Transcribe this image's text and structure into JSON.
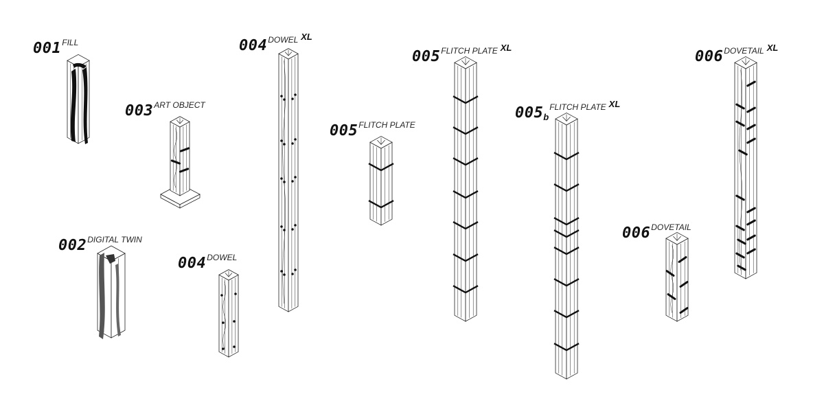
{
  "labels": {
    "l001": {
      "number": "001",
      "name": "FILL"
    },
    "l002": {
      "number": "002",
      "name": "DIGITAL TWIN"
    },
    "l003": {
      "number": "003",
      "name": "ART OBJECT"
    },
    "l004": {
      "number": "004",
      "name": "DOWEL"
    },
    "l004xl": {
      "number": "004",
      "name": "DOWEL",
      "suffix": "XL"
    },
    "l005": {
      "number": "005",
      "name": "FLITCH PLATE"
    },
    "l005xl": {
      "number": "005",
      "name": "FLITCH PLATE",
      "suffix": "XL"
    },
    "l005b": {
      "number": "005",
      "subscript": "b",
      "name": "FLITCH PLATE",
      "suffix": "XL"
    },
    "l006": {
      "number": "006",
      "name": "DOVETAIL"
    },
    "l006xl": {
      "number": "006",
      "name": "DOVETAIL",
      "suffix": "XL"
    }
  },
  "colors": {
    "line": "#222222",
    "fill": "#ffffff",
    "ink": "#111111",
    "background": "#ffffff"
  }
}
